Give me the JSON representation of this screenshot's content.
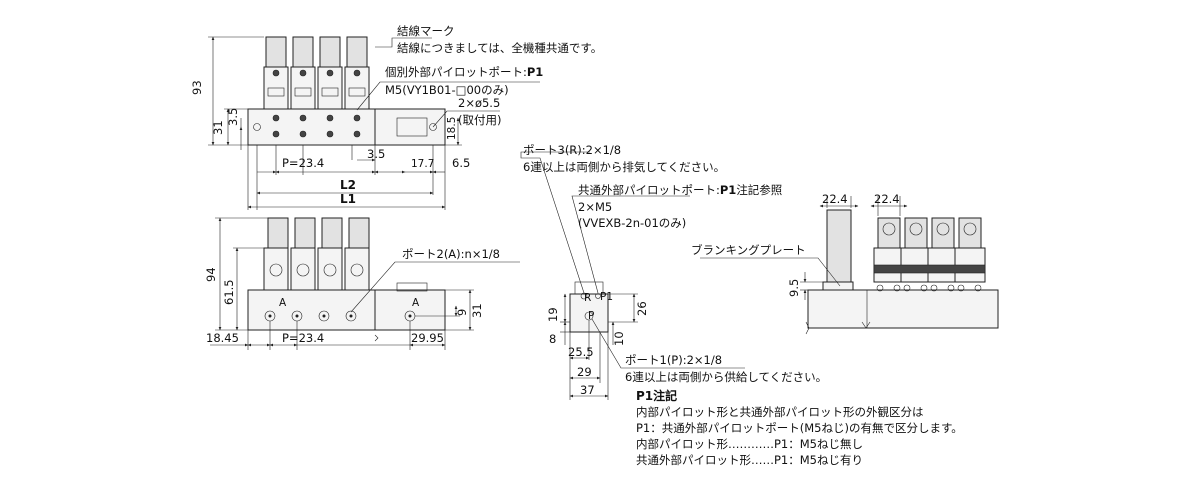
{
  "top_view": {
    "wiring_mark": "結線マーク",
    "wiring_note": "結線につきましては、全機種共通です。",
    "pilot_port_label": "個別外部パイロットポート:",
    "pilot_port_code": "P1",
    "pilot_port_spec": "M5(VY1B01-□00のみ)",
    "mount_hole": "2×ø5.5",
    "mount_hole_note": "(取付用)",
    "dim_93": "93",
    "dim_31": "31",
    "dim_3_5_left": "3.5",
    "dim_18_5": "18.5",
    "dim_pitch": "P=23.4",
    "dim_3_5": "3.5",
    "dim_17_7": "17.7",
    "dim_6_5": "6.5",
    "dim_L2": "L2",
    "dim_L1": "L1"
  },
  "front_view": {
    "port2_label": "ポート2(A):n×1/8",
    "port_A1": "A",
    "port_A2": "A",
    "dim_94": "94",
    "dim_61_5": "61.5",
    "dim_31": "31",
    "dim_9": "9",
    "dim_18_45": "18.45",
    "dim_pitch": "P=23.4",
    "dim_29_95": "29.95"
  },
  "side_view": {
    "port3_label": "ポート3(R):2×1/8",
    "port3_note": "6連以上は両側から排気してください。",
    "common_pilot_label": "共通外部パイロットポート:",
    "common_pilot_code": "P1",
    "common_pilot_note_ref": "注記参照",
    "common_pilot_spec": "2×M5",
    "common_pilot_model": "(VVEXB-2n-01のみ)",
    "port1_label": "ポート1(P):2×1/8",
    "port1_note": "6連以上は両側から供給してください。",
    "mark_R": "R",
    "mark_P1": "P1",
    "mark_P": "P",
    "dim_19": "19",
    "dim_8": "8",
    "dim_26": "26",
    "dim_10": "10",
    "dim_25_5": "25.5",
    "dim_29": "29",
    "dim_37": "37"
  },
  "right_view": {
    "dim_22_4a": "22.4",
    "dim_22_4b": "22.4",
    "blanking_plate": "ブランキングプレート",
    "dim_9_5": "9.5"
  },
  "note": {
    "title": "P1注記",
    "lines": [
      "内部パイロット形と共通外部パイロット形の外観区分は",
      "P1：共通外部パイロットポート(M5ねじ)の有無で区分します。",
      "内部パイロット形…………P1：M5ねじ無し",
      "共通外部パイロット形……P1：M5ねじ有り"
    ]
  }
}
